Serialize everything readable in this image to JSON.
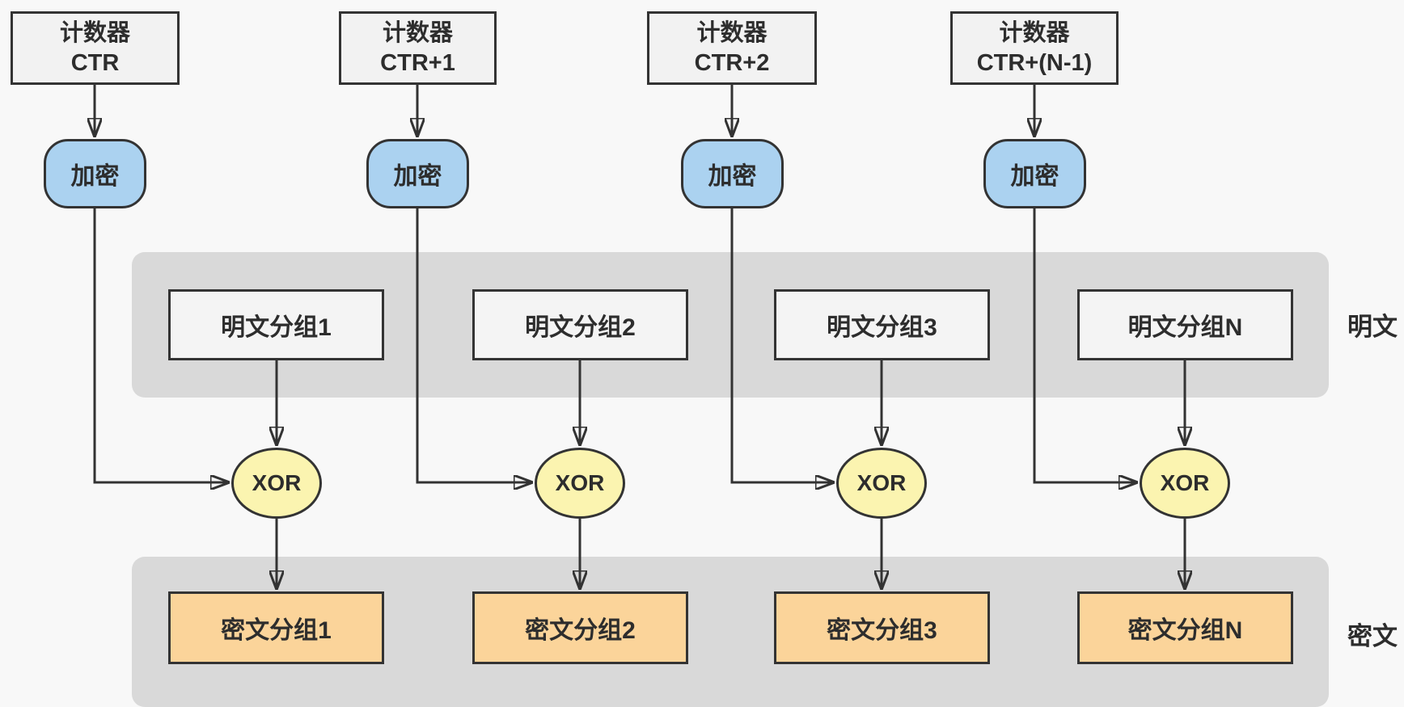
{
  "diagram_type": "CTR-mode-block-cipher-flow",
  "colors": {
    "background": "#f8f8f8",
    "band_fill": "#d9d9d9",
    "counter_fill": "#f2f2f2",
    "plaintext_fill": "#f4f4f4",
    "encrypt_fill": "#abd2f0",
    "xor_fill": "#fbf4b0",
    "ciphertext_fill": "#fbd49a",
    "stroke": "#333333"
  },
  "bands": {
    "plaintext_label": "明文",
    "ciphertext_label": "密文"
  },
  "columns": [
    {
      "counter_title": "计数器",
      "counter_value": "CTR",
      "encrypt_label": "加密",
      "plaintext_label": "明文分组1",
      "xor_label": "XOR",
      "ciphertext_label": "密文分组1"
    },
    {
      "counter_title": "计数器",
      "counter_value": "CTR+1",
      "encrypt_label": "加密",
      "plaintext_label": "明文分组2",
      "xor_label": "XOR",
      "ciphertext_label": "密文分组2"
    },
    {
      "counter_title": "计数器",
      "counter_value": "CTR+2",
      "encrypt_label": "加密",
      "plaintext_label": "明文分组3",
      "xor_label": "XOR",
      "ciphertext_label": "密文分组3"
    },
    {
      "counter_title": "计数器",
      "counter_value": "CTR+(N-1)",
      "encrypt_label": "加密",
      "plaintext_label": "明文分组N",
      "xor_label": "XOR",
      "ciphertext_label": "密文分组N"
    }
  ]
}
